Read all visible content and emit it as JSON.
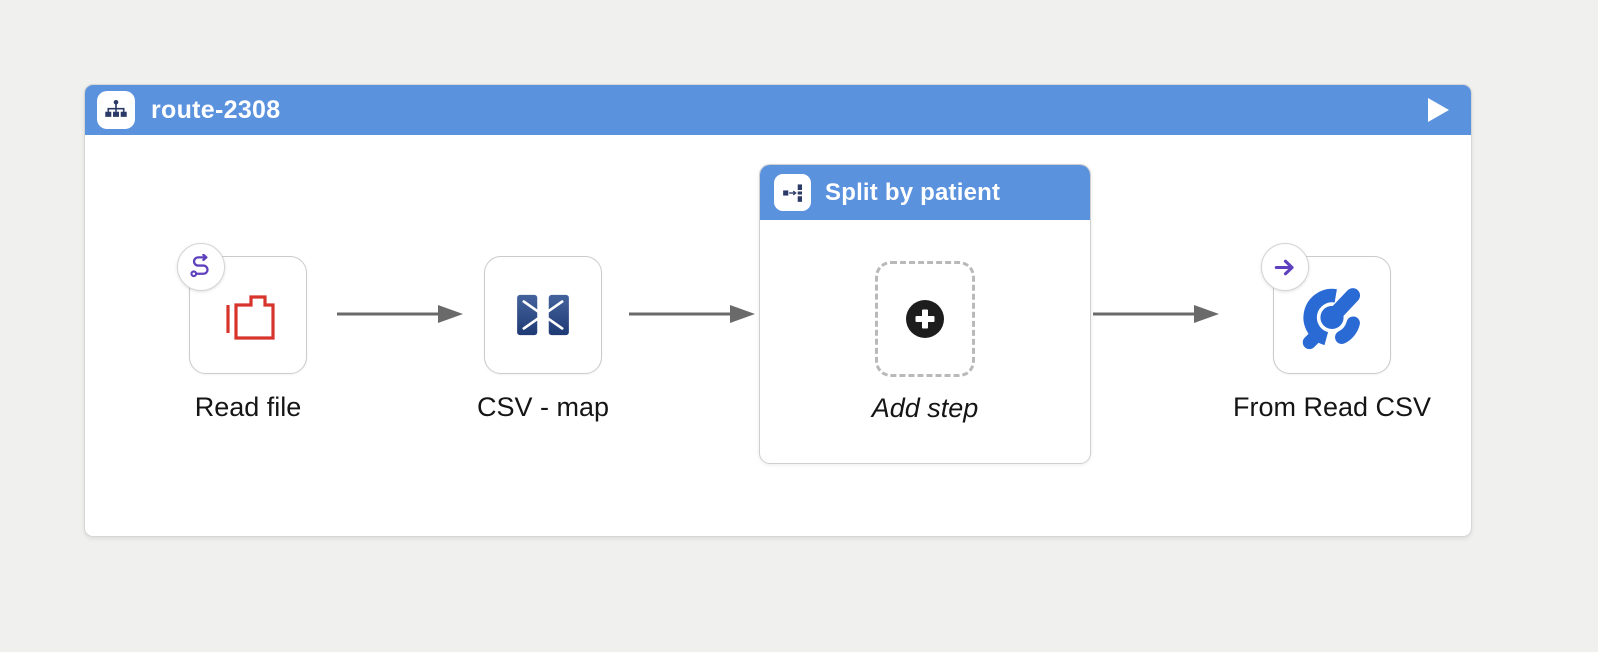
{
  "route": {
    "title": "route-2308",
    "icon": "sitemap-icon",
    "run_icon": "play-icon",
    "header_color": "#5b92dd"
  },
  "flow": {
    "read_file": {
      "label": "Read file",
      "icon": "folder-open-icon",
      "icon_color": "#d7342c",
      "badge_icon": "s-curve-arrow-icon",
      "badge_color": "#5e40be"
    },
    "csv_map": {
      "label": "CSV - map",
      "icon": "data-mapper-icon",
      "icon_color": "#2e4f91"
    },
    "split": {
      "title": "Split by patient",
      "icon": "split-icon",
      "header_color": "#5b92dd",
      "placeholder": {
        "label": "Add step",
        "icon": "plus-circle-icon"
      }
    },
    "from_read_csv": {
      "label": "From Read CSV",
      "icon": "gauge-icon",
      "icon_color": "#2a6ad4",
      "badge_icon": "arrow-right-icon",
      "badge_color": "#5e40be"
    }
  },
  "colors": {
    "page_background": "#f0f0ee",
    "arrow": "#6a6a6a",
    "navy_glyph": "#2b3a67",
    "node_border": "#cbcbcb"
  }
}
